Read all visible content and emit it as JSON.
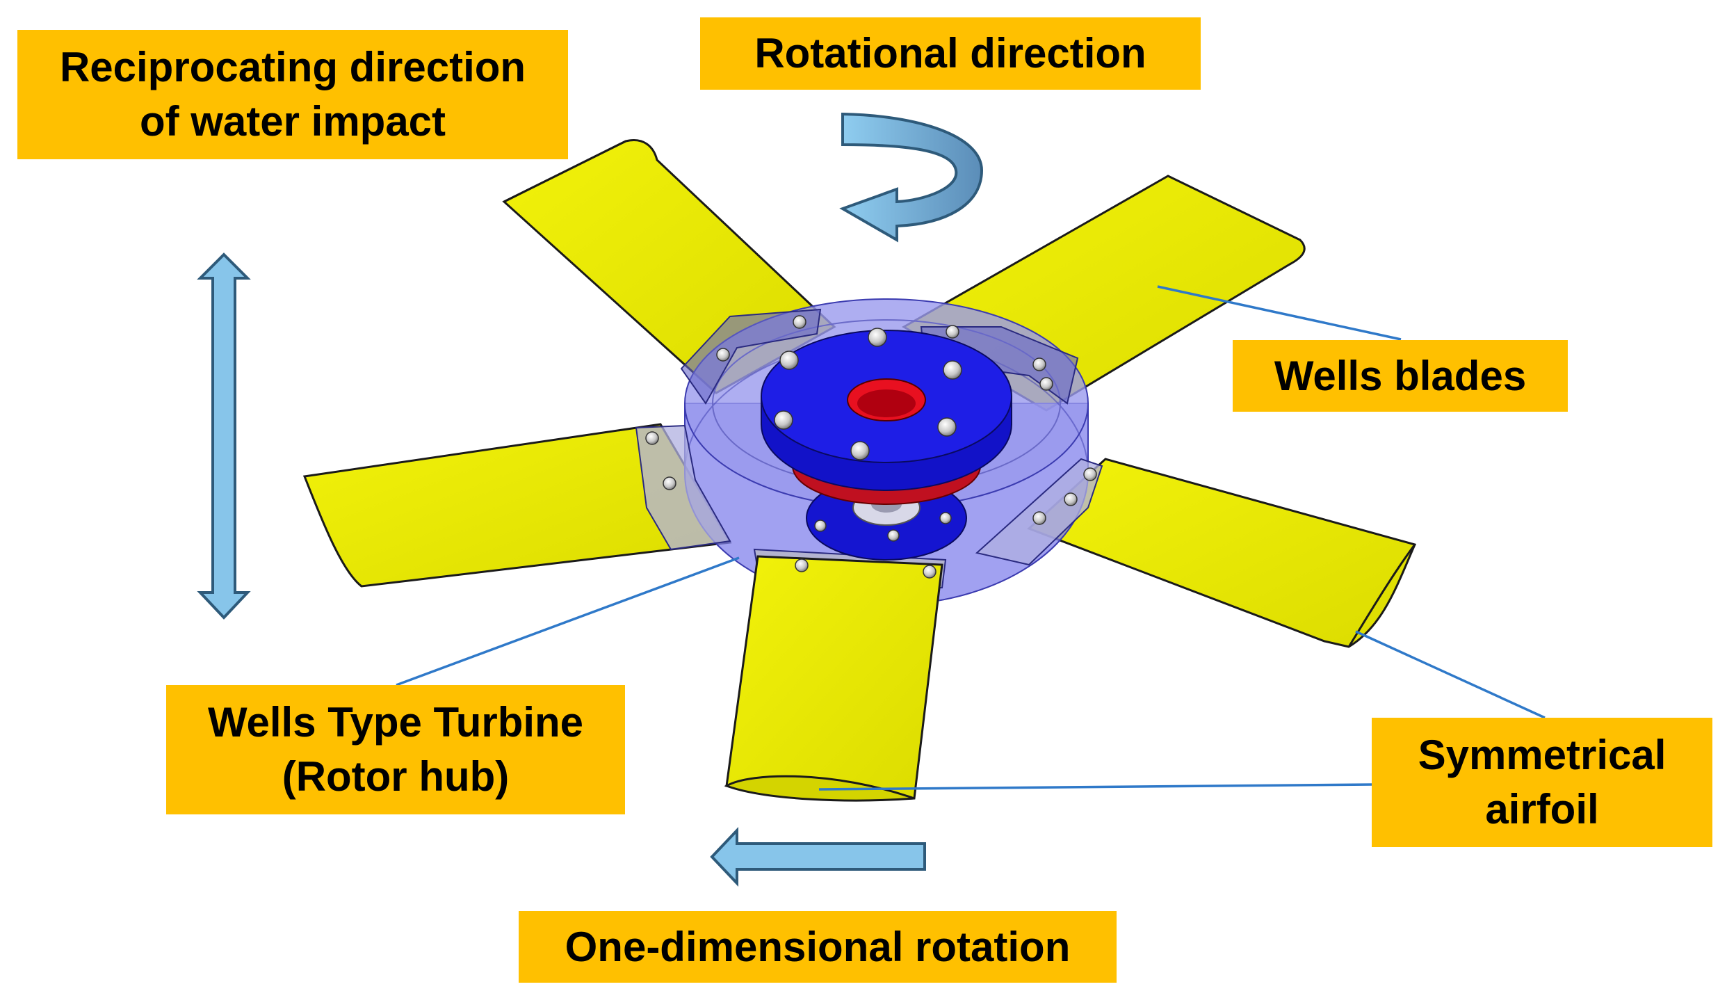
{
  "labels": {
    "reciprocating": {
      "line1": "Reciprocating direction",
      "line2": "of water impact"
    },
    "rotational": "Rotational direction",
    "wells_blades": "Wells blades",
    "rotor_hub": {
      "line1": "Wells Type Turbine",
      "line2": "(Rotor hub)"
    },
    "symmetrical": {
      "line1": "Symmetrical",
      "line2": "airfoil"
    },
    "one_dimensional": "One-dimensional rotation"
  },
  "colors": {
    "label_background": "#ffc000",
    "blade_yellow": "#e6e600",
    "hub_translucent_blue": "#8080f0",
    "flange_blue": "#1a1ae6",
    "bore_red": "#e01020",
    "arrow_fill": "#87c5ea",
    "arrow_stroke": "#2e5a7a",
    "leader_line": "#2f79c9"
  }
}
